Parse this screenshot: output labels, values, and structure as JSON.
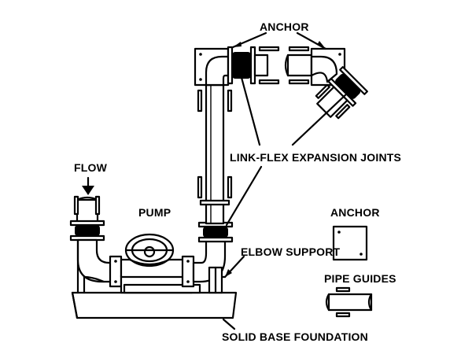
{
  "labels": {
    "anchor_top": "ANCHOR",
    "flow": "FLOW",
    "pump": "PUMP",
    "expansion_joints": "LINK-FLEX EXPANSION JOINTS",
    "anchor_legend": "ANCHOR",
    "elbow_support": "ELBOW SUPPORT",
    "pipe_guides": "PIPE GUIDES",
    "solid_base": "SOLID BASE FOUNDATION"
  }
}
